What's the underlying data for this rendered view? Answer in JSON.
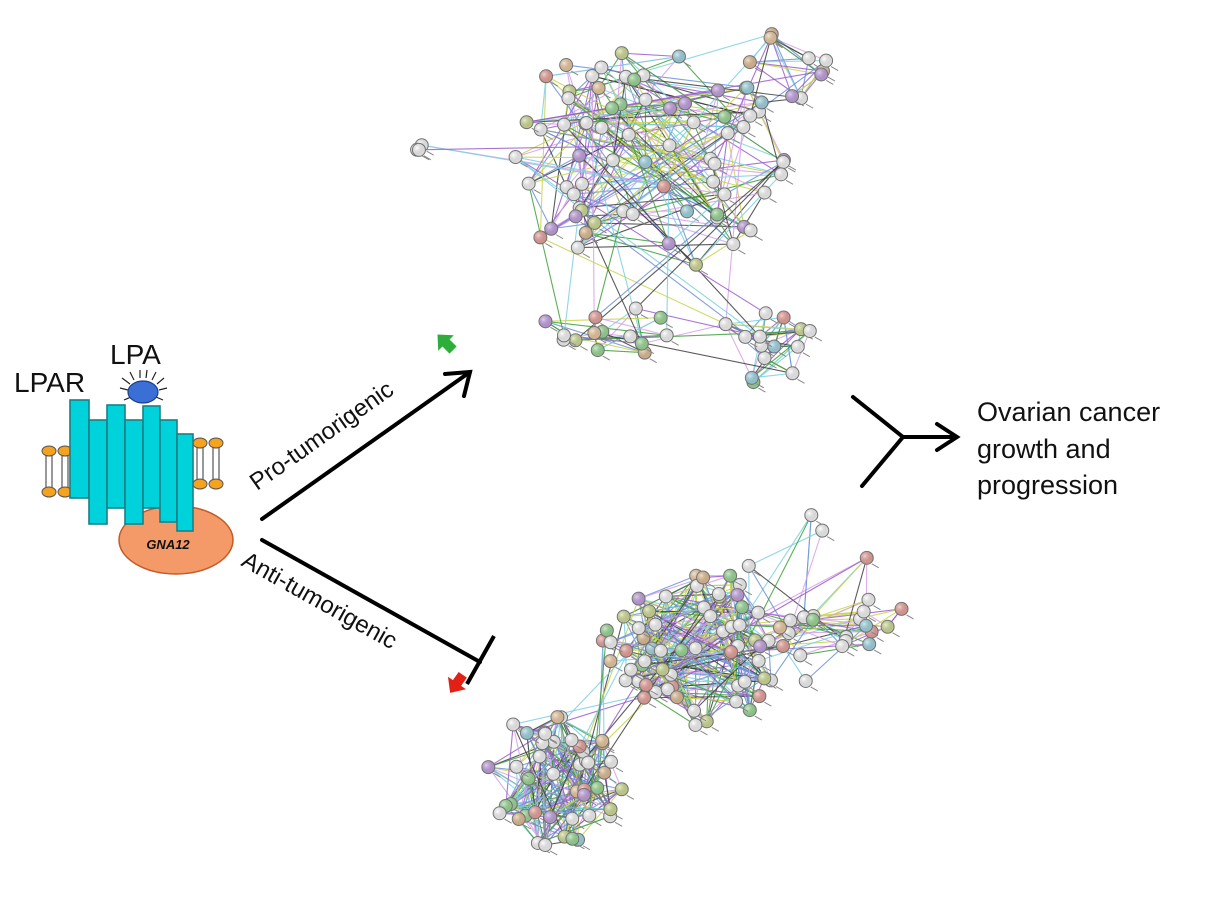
{
  "receptor": {
    "lpar_label": "LPAR",
    "lpa_label": "LPA",
    "gprotein_label": "GNA12"
  },
  "pathways": {
    "pro_label": "Pro-tumorigenic",
    "anti_label": "Anti-tumorigenic"
  },
  "outcome": {
    "line1": "Ovarian cancer",
    "line2": "growth and",
    "line3": "progression"
  },
  "colors": {
    "helix": "#00d2dc",
    "helix_stroke": "#1a7f86",
    "lipid_head": "#f5a21e",
    "ligand": "#3a6fd6",
    "gprotein": "#f39a68",
    "up_arrow": "#2cae3a",
    "down_arrow": "#e32016",
    "node_palette": [
      "#ffffff",
      "#a6dcea",
      "#9fe09a",
      "#f2a7a0",
      "#e8c49a",
      "#d6e39a",
      "#c9a6e8",
      "#f3d0a6",
      "#2a3f9c"
    ],
    "edge_palette": [
      "#3e3e3e",
      "#3da03a",
      "#9a5dcb",
      "#6c8fd6",
      "#7ad0e0",
      "#c8d44a",
      "#d6a0e8"
    ]
  },
  "icons": [
    "up-arrow-icon",
    "down-arrow-icon",
    "ligand-icon",
    "g-protein-icon"
  ]
}
